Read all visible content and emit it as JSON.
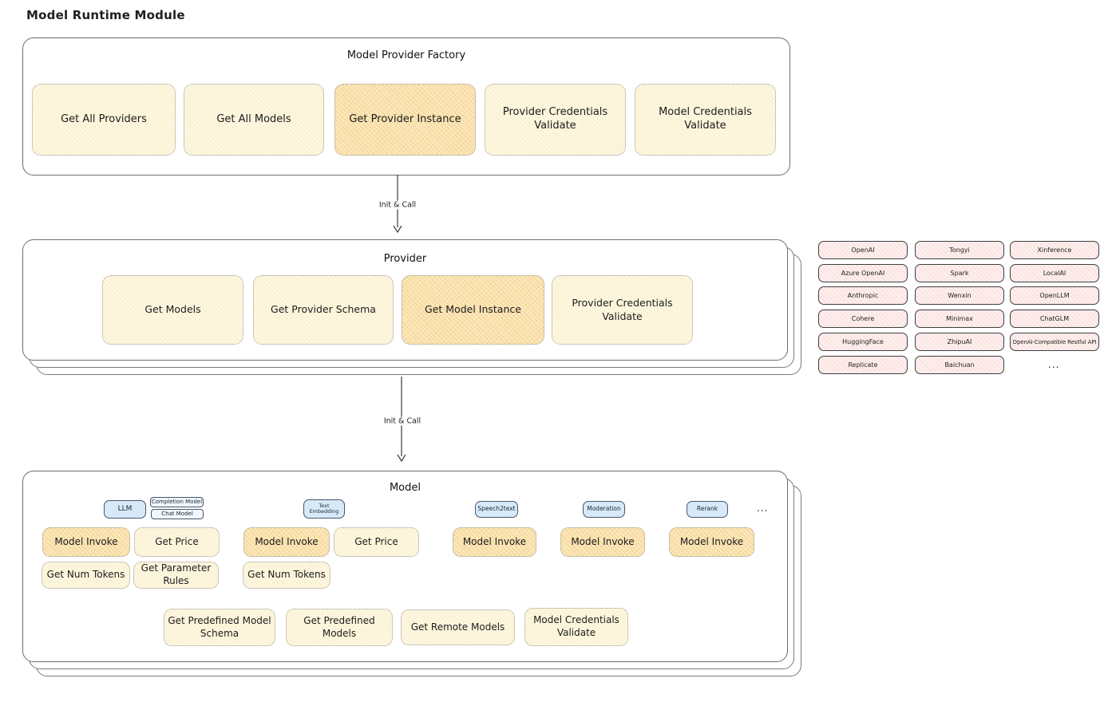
{
  "page_title": "Model Runtime Module",
  "factory": {
    "title": "Model Provider Factory",
    "items": [
      {
        "label": "Get All Providers",
        "highlighted": false
      },
      {
        "label": "Get All Models",
        "highlighted": false
      },
      {
        "label": "Get Provider Instance",
        "highlighted": true
      },
      {
        "label": "Provider Credentials Validate",
        "highlighted": false
      },
      {
        "label": "Model Credentials Validate",
        "highlighted": false
      }
    ]
  },
  "arrows": [
    {
      "label": "Init & Call"
    },
    {
      "label": "Init & Call"
    }
  ],
  "provider": {
    "title": "Provider",
    "items": [
      {
        "label": "Get Models",
        "highlighted": false
      },
      {
        "label": "Get Provider Schema",
        "highlighted": false
      },
      {
        "label": "Get Model Instance",
        "highlighted": true
      },
      {
        "label": "Provider Credentials Validate",
        "highlighted": false
      }
    ]
  },
  "providers_grid": {
    "columns": [
      [
        "OpenAI",
        "Azure OpenAI",
        "Anthropic",
        "Cohere",
        "HuggingFace",
        "Replicate"
      ],
      [
        "Tongyi",
        "Spark",
        "Wenxin",
        "Minimax",
        "ZhipuAI",
        "Baichuan"
      ],
      [
        "Xinference",
        "LocalAI",
        "OpenLLM",
        "ChatGLM",
        "OpenAI-Compatible Restful API"
      ]
    ],
    "more_label": "..."
  },
  "model": {
    "title": "Model",
    "tags": {
      "llm": "LLM",
      "completion_model": "Completion Model",
      "chat_model": "Chat Model",
      "text_embedding": "Text Embedding",
      "speech2text": "Speech2text",
      "moderation": "Moderation",
      "rerank": "Rerank"
    },
    "more_label": "...",
    "ops": {
      "llm_invoke": "Model Invoke",
      "llm_get_price": "Get Price",
      "llm_get_num_tokens": "Get Num Tokens",
      "llm_get_parameter_rules": "Get Parameter Rules",
      "emb_invoke": "Model Invoke",
      "emb_get_price": "Get Price",
      "emb_get_num_tokens": "Get Num Tokens",
      "s2t_invoke": "Model Invoke",
      "mod_invoke": "Model Invoke",
      "rerank_invoke": "Model Invoke"
    },
    "bottom_items": [
      "Get Predefined Model Schema",
      "Get Predefined Models",
      "Get Remote Models",
      "Model Credentials Validate"
    ]
  },
  "colors": {
    "cream_fill": "#fdf7e1",
    "cream_hatch": "#f8eeca",
    "highlight_fill": "#fbe8bd",
    "highlight_hatch": "#f4d392",
    "provider_pill_fill": "#fdefee",
    "provider_pill_hatch": "#f9dbd8",
    "model_tag_fill": "#dcebfa",
    "frame_border": "#6e6e6e",
    "text": "#1f1f1f"
  }
}
